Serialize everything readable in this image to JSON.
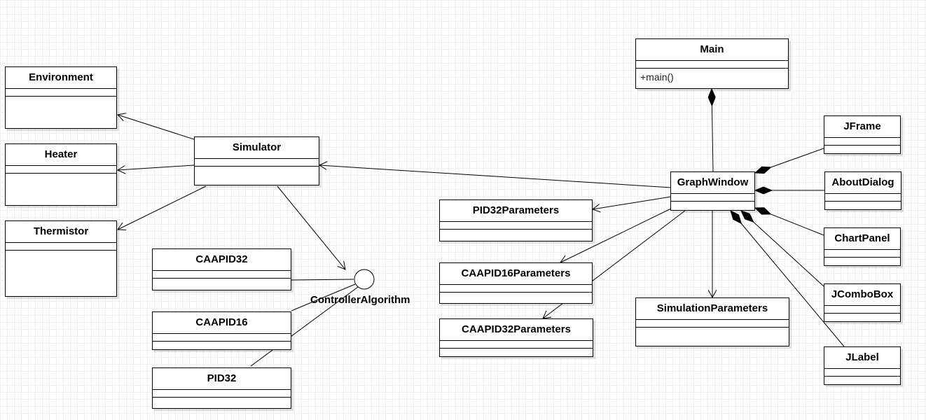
{
  "classes": {
    "environment": {
      "name": "Environment"
    },
    "heater": {
      "name": "Heater"
    },
    "thermistor": {
      "name": "Thermistor"
    },
    "simulator": {
      "name": "Simulator"
    },
    "caapid32": {
      "name": "CAAPID32"
    },
    "caapid16": {
      "name": "CAAPID16"
    },
    "pid32": {
      "name": "PID32"
    },
    "main": {
      "name": "Main",
      "operations": [
        "+main()"
      ]
    },
    "graphwindow": {
      "name": "GraphWindow"
    },
    "pid32parameters": {
      "name": "PID32Parameters"
    },
    "caapid16parameters": {
      "name": "CAAPID16Parameters"
    },
    "caapid32parameters": {
      "name": "CAAPID32Parameters"
    },
    "simulationparameters": {
      "name": "SimulationParameters"
    },
    "jframe": {
      "name": "JFrame"
    },
    "aboutdialog": {
      "name": "AboutDialog"
    },
    "chartpanel": {
      "name": "ChartPanel"
    },
    "jcombobox": {
      "name": "JComboBox"
    },
    "jlabel": {
      "name": "JLabel"
    }
  },
  "interface": {
    "name": "ControllerAlgorithm"
  },
  "relations": [
    {
      "from": "Simulator",
      "to": "Environment",
      "type": "association"
    },
    {
      "from": "Simulator",
      "to": "Heater",
      "type": "association"
    },
    {
      "from": "Simulator",
      "to": "Thermistor",
      "type": "association"
    },
    {
      "from": "Simulator",
      "to": "ControllerAlgorithm",
      "type": "association"
    },
    {
      "from": "CAAPID32",
      "to": "ControllerAlgorithm",
      "type": "realization"
    },
    {
      "from": "CAAPID16",
      "to": "ControllerAlgorithm",
      "type": "realization"
    },
    {
      "from": "PID32",
      "to": "ControllerAlgorithm",
      "type": "realization"
    },
    {
      "from": "GraphWindow",
      "to": "Simulator",
      "type": "association"
    },
    {
      "from": "GraphWindow",
      "to": "PID32Parameters",
      "type": "association"
    },
    {
      "from": "GraphWindow",
      "to": "CAAPID16Parameters",
      "type": "association"
    },
    {
      "from": "GraphWindow",
      "to": "CAAPID32Parameters",
      "type": "association"
    },
    {
      "from": "GraphWindow",
      "to": "SimulationParameters",
      "type": "association"
    },
    {
      "from": "Main",
      "to": "GraphWindow",
      "type": "composition"
    },
    {
      "from": "GraphWindow",
      "to": "JFrame",
      "type": "composition"
    },
    {
      "from": "GraphWindow",
      "to": "AboutDialog",
      "type": "composition"
    },
    {
      "from": "GraphWindow",
      "to": "ChartPanel",
      "type": "composition"
    },
    {
      "from": "GraphWindow",
      "to": "JComboBox",
      "type": "composition"
    },
    {
      "from": "GraphWindow",
      "to": "JLabel",
      "type": "composition"
    }
  ],
  "colors": {
    "line": "#000000",
    "box_fill": "#ffffff",
    "grid": "#f0f0f0"
  }
}
